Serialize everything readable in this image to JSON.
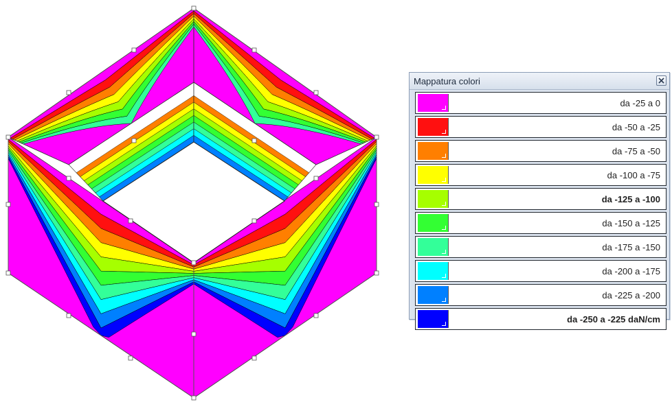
{
  "window": {
    "title": "Mappatura colori",
    "close_icon": "close-icon"
  },
  "legend": [
    {
      "label": "da -25 a 0",
      "color": "#ff00ff",
      "bold": false
    },
    {
      "label": "da -50 a -25",
      "color": "#ff1010",
      "bold": false
    },
    {
      "label": "da -75 a -50",
      "color": "#ff7f00",
      "bold": false
    },
    {
      "label": "da -100 a -75",
      "color": "#ffff00",
      "bold": false
    },
    {
      "label": "da -125 a -100",
      "color": "#a6ff00",
      "bold": true
    },
    {
      "label": "da -150 a -125",
      "color": "#33ff33",
      "bold": false
    },
    {
      "label": "da -175 a -150",
      "color": "#33ff99",
      "bold": false
    },
    {
      "label": "da -200 a -175",
      "color": "#00ffff",
      "bold": false
    },
    {
      "label": "da -225 a -200",
      "color": "#0080ff",
      "bold": false
    },
    {
      "label": "da -250 a -225 daN/cm",
      "color": "#0000ff",
      "bold": true
    }
  ]
}
